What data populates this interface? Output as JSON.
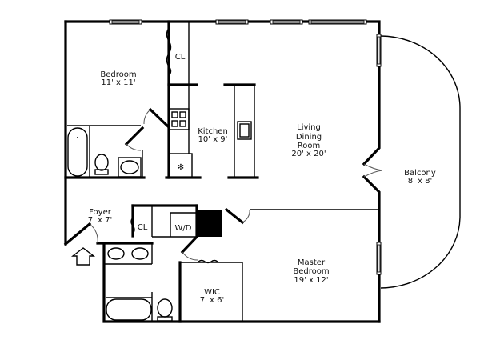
{
  "plan": {
    "rooms": [
      {
        "id": "bedroom",
        "name": "Bedroom",
        "size": "11' x 11'"
      },
      {
        "id": "closet-bedroom",
        "name": "CL"
      },
      {
        "id": "kitchen",
        "name": "Kitchen",
        "size": "10' x 9'"
      },
      {
        "id": "living",
        "name_line1": "Living",
        "name_line2": "Dining",
        "name_line3": "Room",
        "size": "20' x 20'"
      },
      {
        "id": "balcony",
        "name": "Balcony",
        "size": "8' x 8'"
      },
      {
        "id": "foyer",
        "name": "Foyer",
        "size": "7' x 7'"
      },
      {
        "id": "closet-foyer",
        "name": "CL"
      },
      {
        "id": "laundry",
        "name": "W/D"
      },
      {
        "id": "wic",
        "name": "WIC",
        "size": "7' x 6'"
      },
      {
        "id": "master",
        "name_line1": "Master",
        "name_line2": "Bedroom",
        "size": "19' x 12'"
      }
    ],
    "entry_arrow": "entry-arrow-icon"
  },
  "colors": {
    "wall": "#000000",
    "window": "#e6e6e6",
    "background": "#ffffff"
  }
}
